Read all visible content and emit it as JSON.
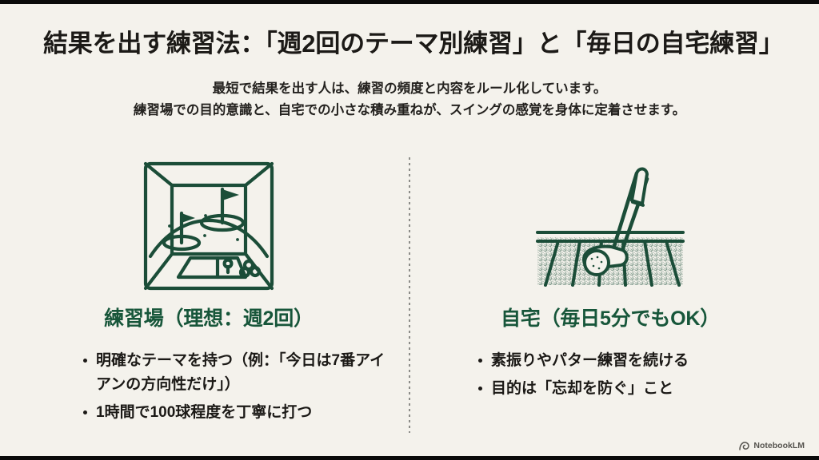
{
  "slide": {
    "title": "結果を出す練習法：「週2回のテーマ別練習」と「毎日の自宅練習」",
    "subtitle_line1": "最短で結果を出す人は、練習の頻度と内容をルール化しています。",
    "subtitle_line2": "練習場での目的意識と、自宅での小さな積み重ねが、スイングの感覚を身体に定着させます。",
    "background_color": "#f4f2ec",
    "heading_color": "#17563a",
    "text_color": "#1b1916",
    "icon_stroke_color": "#1b4d38"
  },
  "columns": {
    "left": {
      "icon": "driving-range-icon",
      "heading": "練習場（理想：週2回）",
      "bullets": [
        "明確なテーマを持つ（例：「今日は7番アイアンの方向性だけ」）",
        "1時間で100球程度を丁寧に打つ"
      ]
    },
    "right": {
      "icon": "putter-on-floor-icon",
      "heading": "自宅（毎日5分でもOK）",
      "bullets": [
        "素振りやパター練習を続ける",
        "目的は「忘却を防ぐ」こと"
      ]
    }
  },
  "watermark": {
    "label": "NotebookLM",
    "icon": "notebooklm-logo-icon"
  }
}
